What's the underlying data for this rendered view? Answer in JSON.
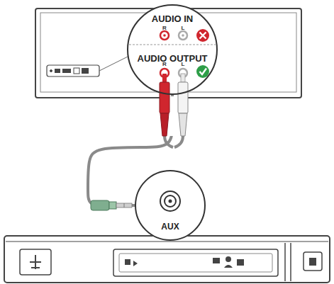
{
  "diagram": {
    "nodes": [
      {
        "text": [
          "AUDIO IN",
          "AUDIO OUTPUT"
        ]
      },
      {
        "text": [
          "AUX"
        ]
      }
    ],
    "edges": [
      {
        "from": 0,
        "to": 1,
        "arrow": "none"
      }
    ],
    "labels": [
      "R",
      "L",
      "R",
      "L"
    ]
  }
}
